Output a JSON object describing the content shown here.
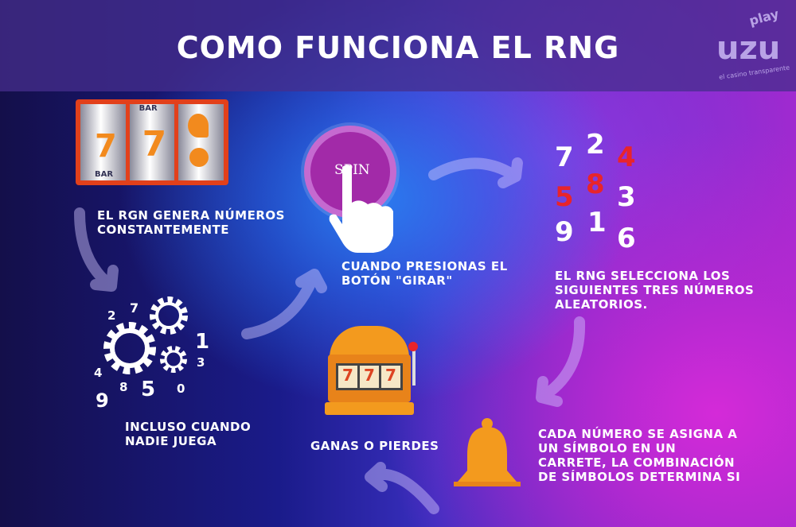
{
  "header": {
    "title": "COMO FUNCIONA EL RNG"
  },
  "logo": {
    "top": "play",
    "main": "uzu",
    "tagline": "el casino transparente"
  },
  "steps": [
    {
      "text": "EL RGN GENERA NÚMEROS CONSTANTEMENTE"
    },
    {
      "text": "INCLUSO CUANDO NADIE JUEGA"
    },
    {
      "text": "CUANDO PRESIONAS EL BOTÓN \"GIRAR\""
    },
    {
      "text": "EL RNG SELECCIONA LOS SIGUIENTES TRES NÚMEROS ALEATORIOS."
    },
    {
      "text": "CADA NÚMERO SE ASIGNA A UN SÍMBOLO EN UN CARRETE, LA COMBINACIÓN DE SÍMBOLOS DETERMINA SI"
    },
    {
      "text": "GANAS O PIERDES"
    }
  ],
  "spin_button": {
    "label": "SPIN"
  },
  "reels": {
    "labels": [
      "BAR",
      "BAR"
    ]
  },
  "gear_numbers": [
    "2",
    "7",
    "1",
    "3",
    "4",
    "8",
    "5",
    "0",
    "9"
  ],
  "grid_numbers": [
    {
      "v": "7",
      "red": false
    },
    {
      "v": "2",
      "red": false
    },
    {
      "v": "4",
      "red": true
    },
    {
      "v": "5",
      "red": true
    },
    {
      "v": "8",
      "red": true
    },
    {
      "v": "3",
      "red": false
    },
    {
      "v": "9",
      "red": false
    },
    {
      "v": "1",
      "red": false
    },
    {
      "v": "6",
      "red": false
    }
  ],
  "slot_machine": {
    "reels": [
      "7",
      "7",
      "7"
    ]
  },
  "colors": {
    "red": "#e8242b",
    "orange": "#f39a1e",
    "spin": "#a22aa8"
  }
}
